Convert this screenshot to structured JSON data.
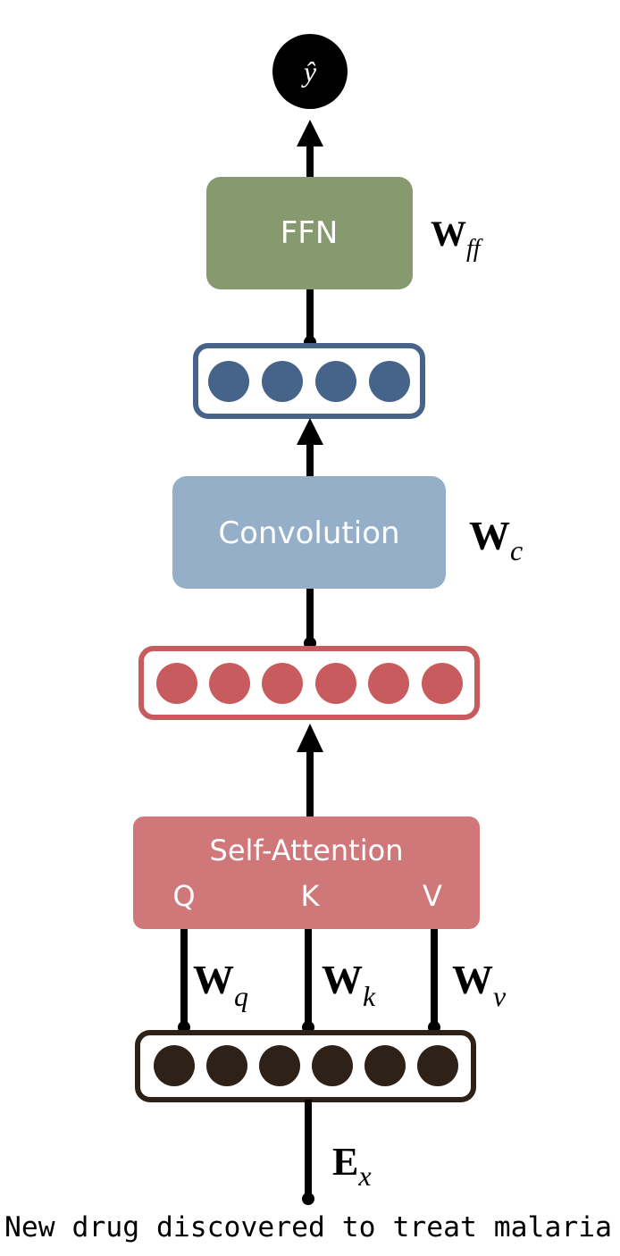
{
  "output": {
    "symbol": "ŷ"
  },
  "ffn": {
    "label": "FFN",
    "weight": "W",
    "weight_sub": "ff",
    "color": "#86996f"
  },
  "blue_vector": {
    "count": 4,
    "color": "#46648a"
  },
  "convolution": {
    "label": "Convolution",
    "weight": "W",
    "weight_sub": "c",
    "color": "#95afc9"
  },
  "red_vector": {
    "count": 6,
    "color": "#c75b5d"
  },
  "self_attention": {
    "label": "Self-Attention",
    "q": "Q",
    "k": "K",
    "v": "V",
    "color": "#d07779",
    "wq": "W",
    "wq_sub": "q",
    "wk": "W",
    "wk_sub": "k",
    "wv": "W",
    "wv_sub": "v"
  },
  "input_vector": {
    "count": 6,
    "color": "#2e2118"
  },
  "embedding": {
    "weight": "E",
    "weight_sub": "x"
  },
  "sentence": "New drug discovered to treat malaria"
}
